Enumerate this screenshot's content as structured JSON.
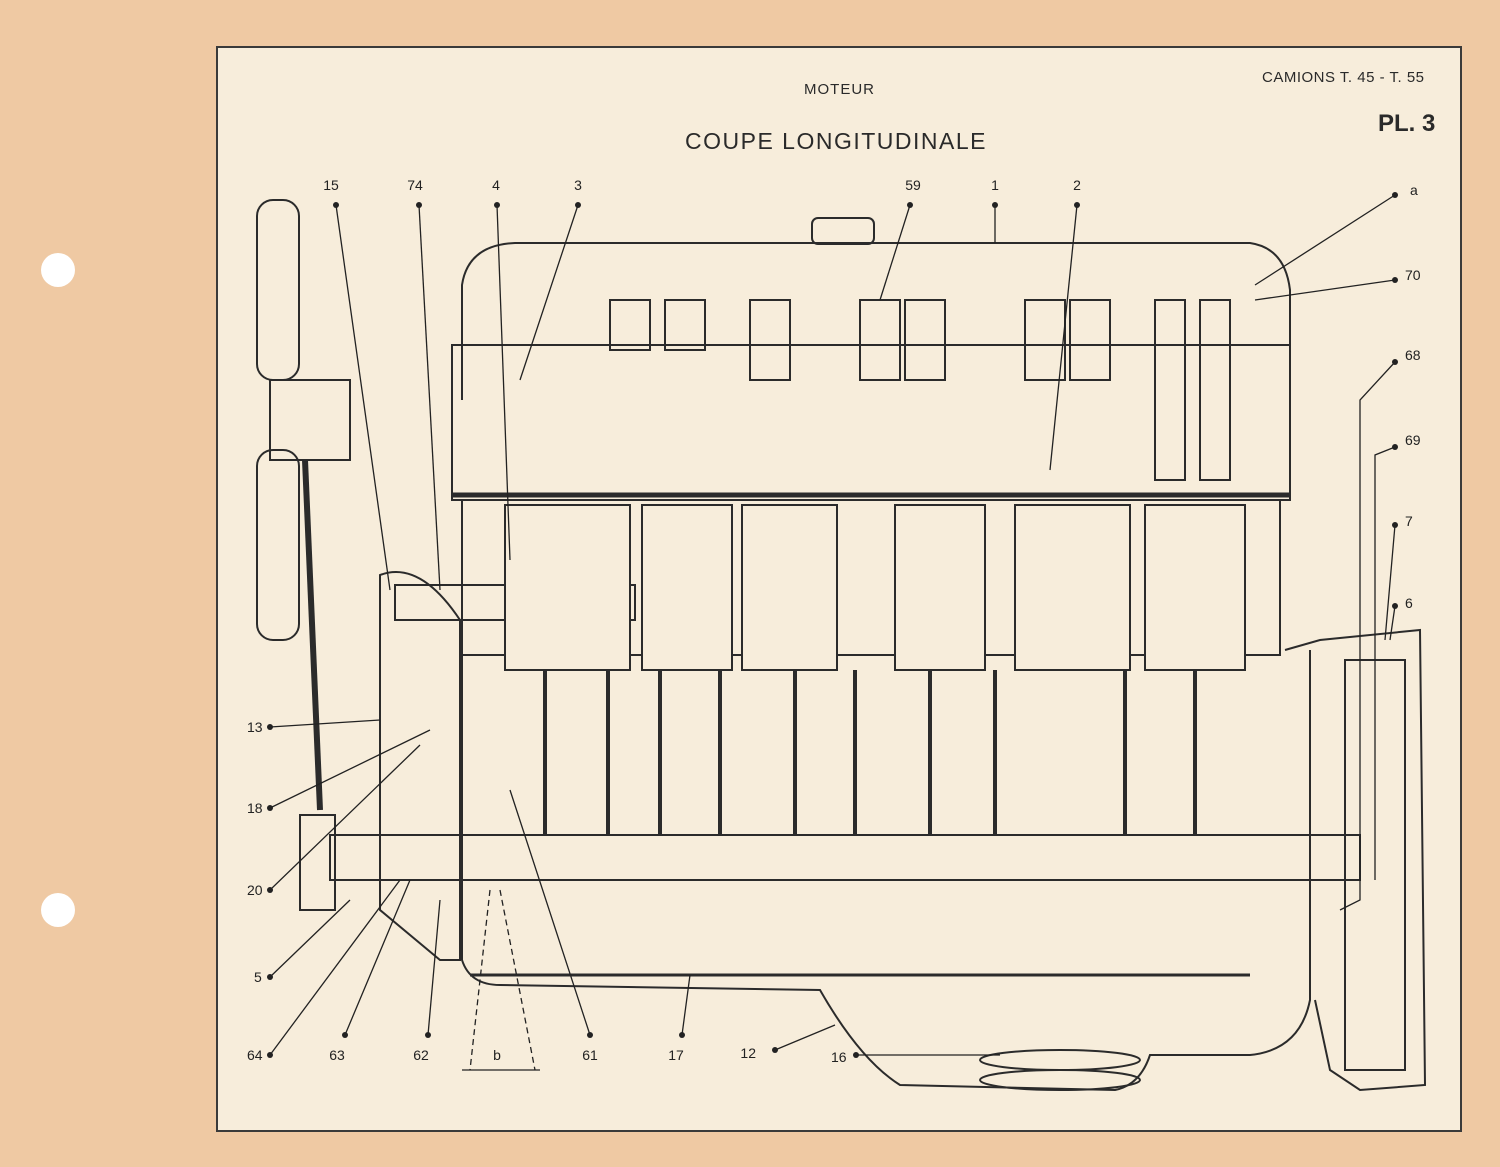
{
  "header": {
    "section": "MOTEUR",
    "series": "CAMIONS T. 45 - T. 55",
    "plate": "PL. 3",
    "title": "COUPE LONGITUDINALE"
  },
  "callouts": [
    {
      "id": "15",
      "label": "15"
    },
    {
      "id": "74",
      "label": "74"
    },
    {
      "id": "4",
      "label": "4"
    },
    {
      "id": "3",
      "label": "3"
    },
    {
      "id": "59",
      "label": "59"
    },
    {
      "id": "1",
      "label": "1"
    },
    {
      "id": "2",
      "label": "2"
    },
    {
      "id": "a",
      "label": "a"
    },
    {
      "id": "70",
      "label": "70"
    },
    {
      "id": "68",
      "label": "68"
    },
    {
      "id": "69",
      "label": "69"
    },
    {
      "id": "7",
      "label": "7"
    },
    {
      "id": "6",
      "label": "6"
    },
    {
      "id": "13",
      "label": "13"
    },
    {
      "id": "18",
      "label": "18"
    },
    {
      "id": "20",
      "label": "20"
    },
    {
      "id": "5",
      "label": "5"
    },
    {
      "id": "64",
      "label": "64"
    },
    {
      "id": "63",
      "label": "63"
    },
    {
      "id": "62",
      "label": "62"
    },
    {
      "id": "b",
      "label": "b"
    },
    {
      "id": "61",
      "label": "61"
    },
    {
      "id": "17",
      "label": "17"
    },
    {
      "id": "12",
      "label": "12"
    },
    {
      "id": "16",
      "label": "16"
    }
  ],
  "colors": {
    "paper": "#efc9a3",
    "plate": "#f7eddb",
    "ink": "#2a2a2a"
  }
}
